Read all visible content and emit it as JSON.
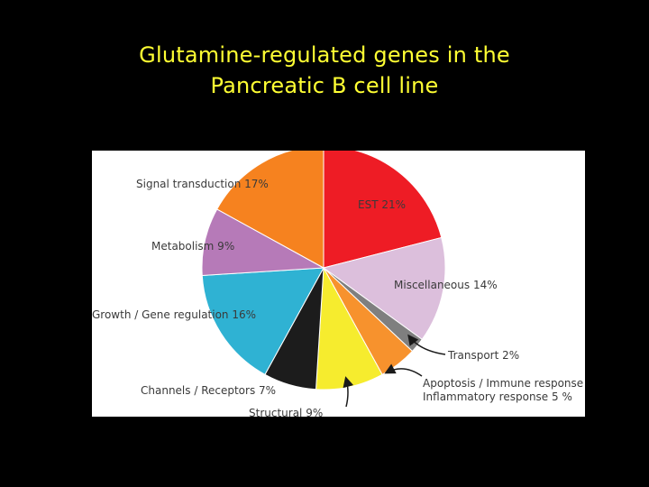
{
  "slide": {
    "title_line1": "Glutamine-regulated genes in the",
    "title_line2": "Pancreatic B cell line",
    "title_color": "#ffff33",
    "background": "#000000"
  },
  "chart_data": {
    "type": "pie",
    "title": "Glutamine-regulated genes in the Pancreatic B cell line",
    "start_angle_deg": 0,
    "direction": "clockwise",
    "slices": [
      {
        "label": "EST 21%",
        "value": 21,
        "color": "#ee1c25"
      },
      {
        "label": "Miscellaneous 14%",
        "value": 14,
        "color": "#dcbfdc"
      },
      {
        "label": "Transport 2%",
        "value": 2,
        "color": "#7f7f7f"
      },
      {
        "label": "Apoptosis / Immune response Inflammatory response 5 %",
        "label_lines": [
          "Apoptosis / Immune response",
          "Inflammatory response 5 %"
        ],
        "value": 5,
        "color": "#f7922d"
      },
      {
        "label": "Structural 9%",
        "value": 9,
        "color": "#f6ec2e"
      },
      {
        "label": "Channels / Receptors 7%",
        "value": 7,
        "color": "#1c1c1c"
      },
      {
        "label": "Growth / Gene regulation 16%",
        "value": 16,
        "color": "#2fb2d3"
      },
      {
        "label": "Metabolism 9%",
        "value": 9,
        "color": "#b67ab8"
      },
      {
        "label": "Signal transduction 17%",
        "value": 17,
        "color": "#f6821f"
      }
    ]
  }
}
